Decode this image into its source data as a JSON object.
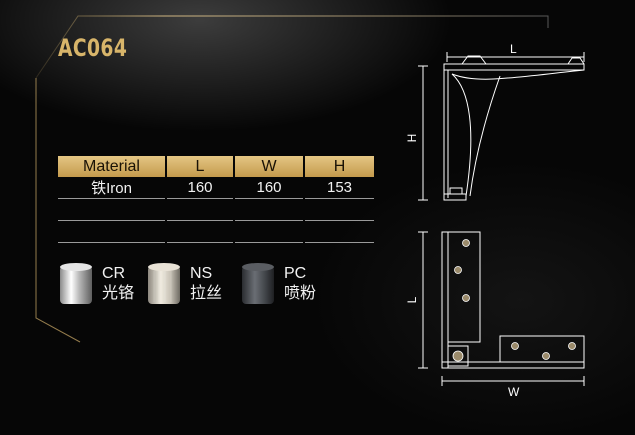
{
  "product": {
    "code": "AC064"
  },
  "spec_table": {
    "headers": [
      "Material",
      "L",
      "W",
      "H"
    ],
    "rows": [
      [
        "铁Iron",
        "160",
        "160",
        "153"
      ],
      [
        "",
        "",
        "",
        ""
      ],
      [
        "",
        "",
        "",
        ""
      ]
    ]
  },
  "finishes": [
    {
      "code": "CR",
      "name": "光铬",
      "color": "#c9c9c9"
    },
    {
      "code": "NS",
      "name": "拉丝",
      "color": "#d8d2c6"
    },
    {
      "code": "PC",
      "name": "喷粉",
      "color": "#4a4d52"
    }
  ],
  "drawing": {
    "side_view": {
      "width_label": "L",
      "height_label": "H"
    },
    "top_view": {
      "length_label": "L",
      "width_label": "W"
    }
  },
  "colors": {
    "accent": "#d8b56a",
    "header_bg": "#d2ac64",
    "background": "#060606"
  }
}
